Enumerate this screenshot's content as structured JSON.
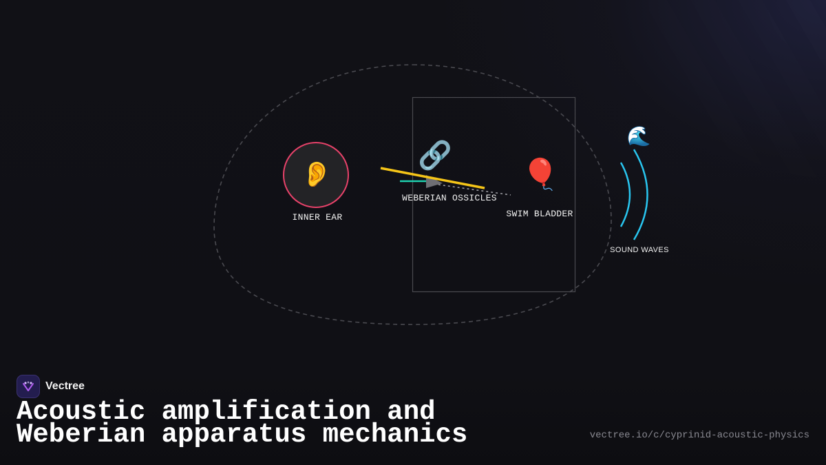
{
  "brand": {
    "name": "Vectree",
    "logo_icon": "sparkle-v-icon",
    "logo_color": "#231d4f"
  },
  "title": "Acoustic amplification and Weberian apparatus mechanics",
  "url": "vectree.io/c/cyprinid-acoustic-physics",
  "diagram": {
    "nodes": [
      {
        "id": "inner-ear",
        "label": "INNER EAR",
        "icon": "ear-icon",
        "glyph": "👂"
      },
      {
        "id": "weberian-ossicles",
        "label": "WEBERIAN OSSICLES",
        "icon": "chain-link-icon",
        "glyph": "🔗"
      },
      {
        "id": "swim-bladder",
        "label": "SWIM BLADDER",
        "icon": "balloon-icon",
        "glyph": "🎈"
      },
      {
        "id": "sound-waves",
        "label": "SOUND WAVES",
        "icon": "wave-icon",
        "glyph": "🌊"
      }
    ],
    "colors": {
      "ear_ring": "#e8426a",
      "lever": "#f5c518",
      "teal_arrow": "#1fd1b0",
      "waves": "#29c6f0",
      "outline": "#4a4a50"
    }
  }
}
